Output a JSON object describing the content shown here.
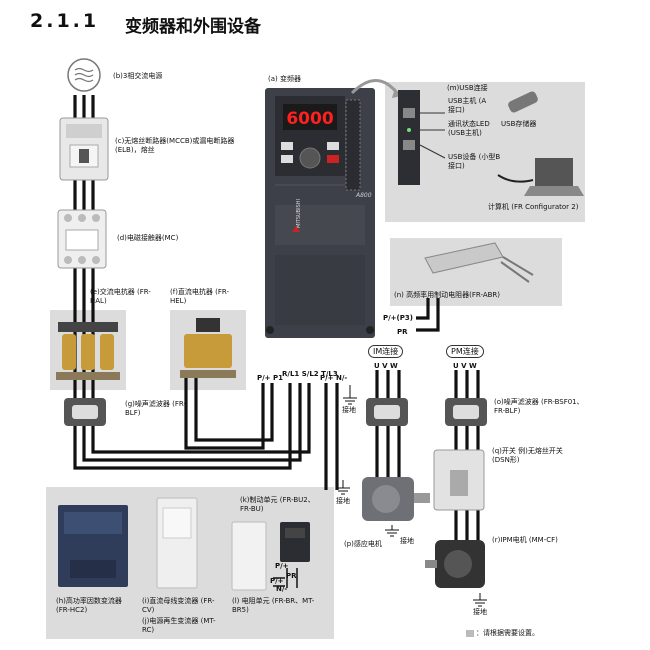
{
  "header": {
    "section_no": "2.1.1",
    "title": "变频器和外围设备"
  },
  "labels": {
    "b": "(b)3相交流电源",
    "c": "(c)无熔丝断路器(MCCB)或漏电断路器(ELB)，熔丝",
    "d": "(d)电磁接触器(MC)",
    "e": "(e)交流电抗器 (FR-HAL)",
    "f": "(f)直流电抗器 (FR-HEL)",
    "g": "(g)噪声滤波器 (FR-BLF)",
    "a": "(a) 变频器",
    "m": "(m)USB连接",
    "usb_host": "USB主机 (A接口)",
    "usb_led": "通讯状态LED (USB主机)",
    "usb_storage": "USB存储器",
    "usb_device": "USB设备 (小型B接口)",
    "pc": "计算机 (FR Configurator 2)",
    "n": "(n) 高频率用制动电阻器(FR-ABR)",
    "o": "(o)噪声滤波器 (FR-BSF01、FR-BLF)",
    "q": "(q)开关 例)无熔丝开关 (DSN形)",
    "p": "(p)感应电机",
    "r": "(r)IPM电机 (MM-CF)",
    "k": "(k)制动单元 (FR-BU2、FR-BU)",
    "h": "(h)高功率因数变流器 (FR-HC2)",
    "i": "(i)直流母线变流器 (FR-CV)",
    "j": "(j)电源再生变流器 (MT-RC)",
    "l": "(l) 电阻单元 (FR-BR、MT-BR5)",
    "ground": "接地",
    "note": "：请根据需要设置。"
  },
  "terminals": {
    "p1": "P/+ P1",
    "rst": "R/L1 S/L2 T/L3",
    "pn": "P/+ N/-",
    "p3": "P/+(P3)",
    "pr": "PR",
    "uvw": "U V W",
    "k_p": "P/+",
    "k_pr": "PR",
    "k_pn": "P/+",
    "k_n": "N/-"
  },
  "tags": {
    "im": "IM连接",
    "pm": "PM连接"
  },
  "inverter": {
    "display": "6000",
    "model": "A800",
    "brand": "MITSUBISHI"
  }
}
